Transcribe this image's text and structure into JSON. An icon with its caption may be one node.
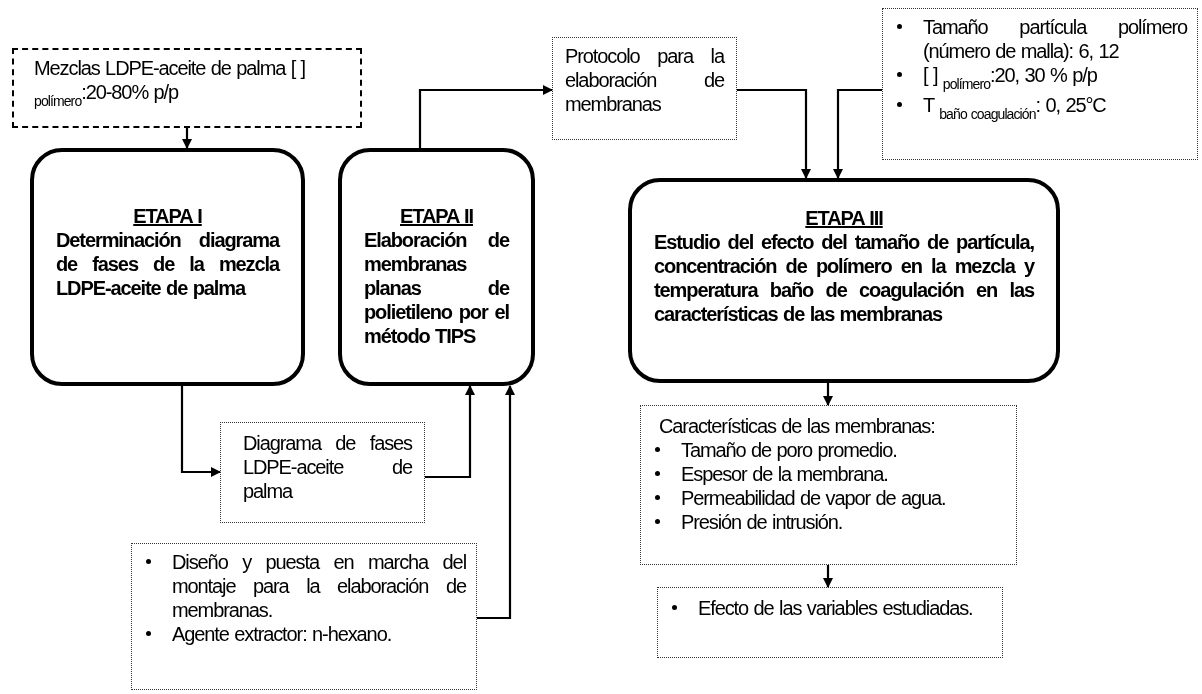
{
  "diagram": {
    "nodes": [
      {
        "text": [
          "Mezclas LDPE-aceite de palma [ ] $_{polímero}$:20-80% p/p"
        ]
      },
      {
        "text": [
          "ETAPA I",
          "Determinación diagrama de fases de la mezcla LDPE-aceite de palma"
        ]
      },
      {
        "text": [
          "ETAPA II",
          "Elaboración de membranas planas de polietileno por el método TIPS"
        ]
      },
      {
        "text": [
          "Protocolo para la elaboración de membranas"
        ]
      },
      {
        "text": [
          "Tamaño partícula polímero (número de malla): 6, 12",
          "[ ] $_{polímero}$:20, 30 % p/p",
          "T $_{baño coagulación}$: 0, 25°C"
        ]
      },
      {
        "text": [
          "ETAPA III",
          "Estudio del efecto del tamaño de partícula, concentración de polímero en la mezcla y temperatura baño de coagulación en las características de las membranas"
        ]
      },
      {
        "text": [
          "Diagrama de fases LDPE-aceite de palma"
        ]
      },
      {
        "text": [
          "Diseño y puesta en marcha del montaje para la elaboración de membranas.",
          "Agente extractor: n-hexano."
        ]
      },
      {
        "text": [
          "Características de las membranas:",
          "Tamaño de poro promedio.",
          "Espesor  de la membrana.",
          "Permeabilidad de vapor de agua.",
          "Presión de intrusión."
        ]
      },
      {
        "text": [
          "Efecto de las variables estudiadas."
        ]
      }
    ],
    "edges": [
      {
        "from": 0,
        "to": 1,
        "arrow": "to"
      },
      {
        "from": 1,
        "to": 6,
        "arrow": "to"
      },
      {
        "from": 6,
        "to": 2,
        "arrow": "to"
      },
      {
        "from": 7,
        "to": 2,
        "arrow": "to"
      },
      {
        "from": 2,
        "to": 3,
        "arrow": "to"
      },
      {
        "from": 3,
        "to": 5,
        "arrow": "to"
      },
      {
        "from": 4,
        "to": 5,
        "arrow": "to"
      },
      {
        "from": 5,
        "to": 8,
        "arrow": "to"
      },
      {
        "from": 8,
        "to": 9,
        "arrow": "to"
      }
    ]
  }
}
